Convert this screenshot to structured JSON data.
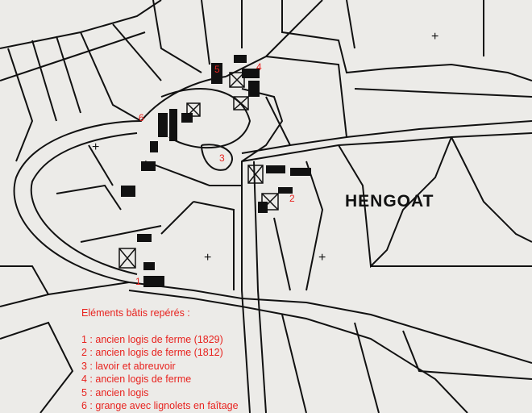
{
  "place_name": "HENGOAT",
  "markers": [
    "1",
    "2",
    "3",
    "4",
    "5",
    "6"
  ],
  "legend": {
    "title": "Eléments bâtis repérés :",
    "items": [
      "1 : ancien logis de ferme (1829)",
      "2 : ancien logis de ferme (1812)",
      "3 : lavoir et abreuvoir",
      "4 : ancien logis de ferme",
      "5 : ancien logis",
      "6 : grange avec lignolets en faîtage"
    ]
  },
  "colors": {
    "annotation": "#e8231f",
    "paper": "#ecebe8",
    "ink": "#111111"
  }
}
